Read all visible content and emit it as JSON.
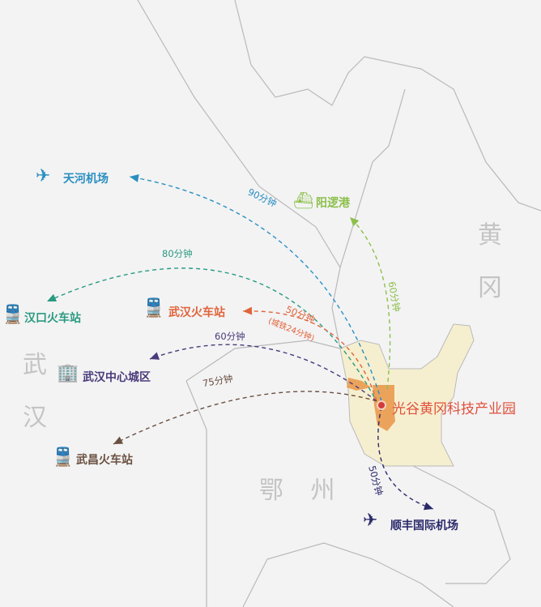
{
  "regions": {
    "wuhan": [
      "武",
      "汉"
    ],
    "huanggang": [
      "黄",
      "冈"
    ],
    "ezhou": "鄂 州"
  },
  "park": {
    "label": "光谷黄冈科技产业园",
    "color": "#e0503a"
  },
  "destinations": [
    {
      "name": "天河机场",
      "time": "90分钟",
      "icon": "airplane-icon",
      "color": "#2a8fc0"
    },
    {
      "name": "阳逻港",
      "time": "60分钟",
      "icon": "ship-icon",
      "color": "#8cbf4a"
    },
    {
      "name": "汉口火车站",
      "time": "80分钟",
      "icon": "train-icon",
      "color": "#2a9a80"
    },
    {
      "name": "武汉火车站",
      "time": "50分钟",
      "note": "(城铁24分钟)",
      "icon": "train-icon",
      "color": "#e0643a"
    },
    {
      "name": "武汉中心城区",
      "time": "60分钟",
      "icon": "building-icon",
      "color": "#4a3a7a"
    },
    {
      "name": "武昌火车站",
      "time": "75分钟",
      "icon": "train-icon",
      "color": "#6a5040"
    },
    {
      "name": "顺丰国际机场",
      "time": "50分钟",
      "icon": "airplane-icon",
      "color": "#2a2a6a"
    }
  ]
}
